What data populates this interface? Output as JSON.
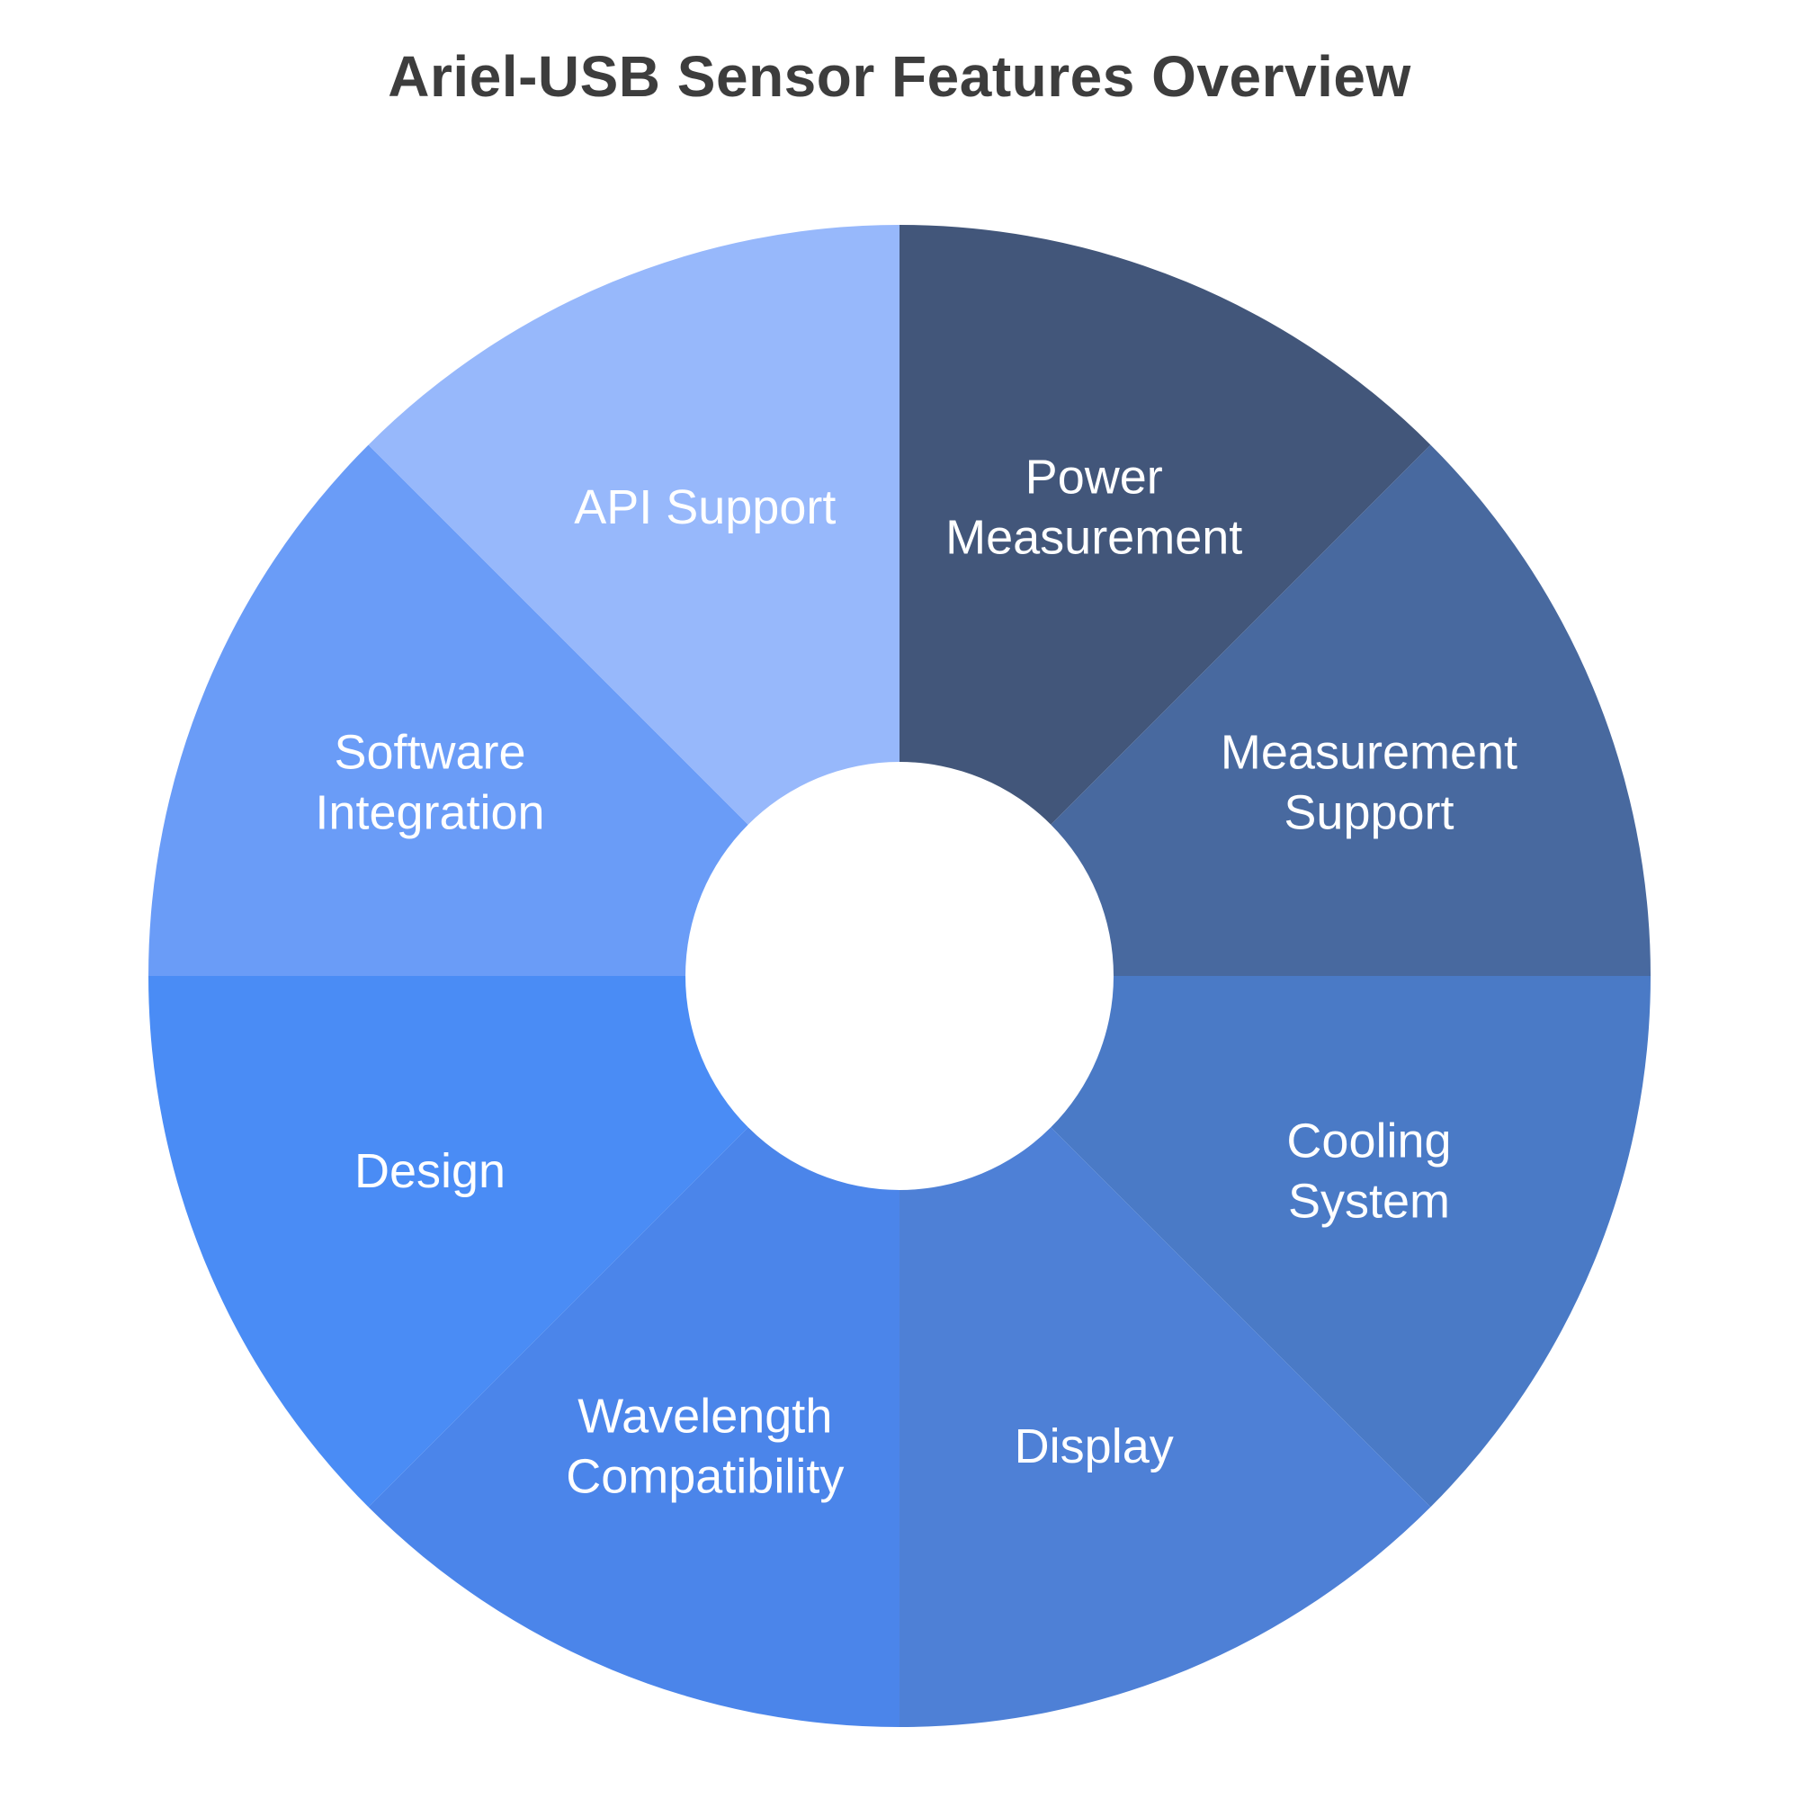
{
  "page": {
    "background_color": "#ffffff"
  },
  "header": {
    "title": "Ariel-USB Sensor Features Overview",
    "title_color": "#3d3d3d"
  },
  "chart_data": {
    "type": "pie",
    "subtype": "donut",
    "title": "Ariel-USB Sensor Features Overview",
    "direction": "clockwise",
    "start_angle_deg": 0,
    "inner_radius_ratio": 0.285,
    "label_position": "inside",
    "label_color": "#ffffff",
    "legend": "none",
    "segments": [
      {
        "label": "Power Measurement",
        "label_lines": [
          "Power",
          "Measurement"
        ],
        "value": 12.5,
        "color": "#42567a"
      },
      {
        "label": "Measurement Support",
        "label_lines": [
          "Measurement",
          "Support"
        ],
        "value": 12.5,
        "color": "#48699f"
      },
      {
        "label": "Cooling System",
        "label_lines": [
          "Cooling",
          "System"
        ],
        "value": 12.5,
        "color": "#4a7ac6"
      },
      {
        "label": "Display",
        "label_lines": [
          "Display"
        ],
        "value": 12.5,
        "color": "#4e80d6"
      },
      {
        "label": "Wavelength Compatibility",
        "label_lines": [
          "Wavelength",
          "Compatibility"
        ],
        "value": 12.5,
        "color": "#4b85ea"
      },
      {
        "label": "Design",
        "label_lines": [
          "Design"
        ],
        "value": 12.5,
        "color": "#4a8cf5"
      },
      {
        "label": "Software Integration",
        "label_lines": [
          "Software",
          "Integration"
        ],
        "value": 12.5,
        "color": "#6a9cf7"
      },
      {
        "label": "API Support",
        "label_lines": [
          "API Support"
        ],
        "value": 12.5,
        "color": "#97b8fb"
      }
    ]
  }
}
